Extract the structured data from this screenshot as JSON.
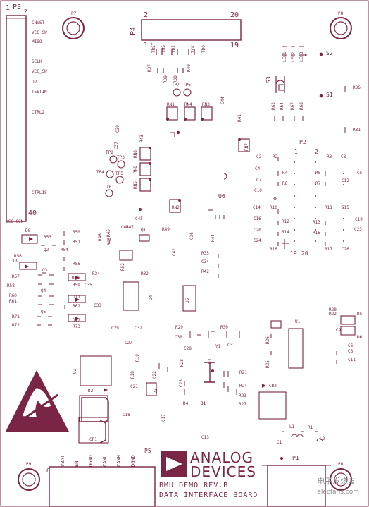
{
  "board": {
    "brand_line1": "ANALOG",
    "brand_line2": "DEVICES",
    "caption_line1": "BMU DEMO REV.B",
    "caption_line2": "DATA INTERFACE BOARD",
    "watermark": "电子发烧友",
    "watermark_url": "elecfans.com"
  },
  "connectors": {
    "p3": {
      "label": "P3",
      "pin_first": "1",
      "pin_second": "2",
      "pin_last": "40",
      "signals": [
        "CNVST",
        "VCC_SW",
        "MISO",
        "SCLK",
        "VCC_SW",
        "UV",
        "TESTIN",
        "CTRL2",
        "CTRL18",
        "VCC_CON"
      ]
    },
    "p4": {
      "label": "P4",
      "pin_tl": "2",
      "pin_tr": "20",
      "pin_bl": "1",
      "pin_br": "19",
      "signals": [
        "TRST",
        "TMS",
        "TDI",
        "TCK",
        "TDO"
      ]
    },
    "p2": {
      "label": "P2",
      "pin_a": "1",
      "pin_b": "2",
      "pin_c": "19",
      "pin_d": "20"
    },
    "p5": {
      "label": "P5",
      "pin": "6",
      "signals": [
        "VBAT",
        "EN",
        "DGND",
        "CANL",
        "CANH",
        "DGND"
      ]
    },
    "p1": {
      "label": "P1"
    },
    "mounts": [
      "P7",
      "P8",
      "P9",
      "P6"
    ]
  },
  "refdes": {
    "ics": [
      "U6",
      "U4",
      "U5",
      "U2",
      "U1",
      "U3",
      "D2",
      "D3",
      "D4",
      "D1",
      "Y1"
    ],
    "switches": [
      "S1",
      "S2",
      "S3"
    ],
    "left_column": [
      "D8",
      "R53",
      "R50",
      "R51",
      "Q2",
      "R54",
      "R56",
      "D9",
      "R55",
      "R57",
      "Q3",
      "D10",
      "R58",
      "R59",
      "Q4",
      "R60",
      "R61",
      "D11",
      "R62",
      "Q5",
      "R71",
      "R72",
      "D12",
      "R73",
      "R34",
      "C35",
      "C33"
    ],
    "mid_parts": [
      "RN1",
      "RN4",
      "RN3",
      "RN8",
      "RN6",
      "RN5",
      "RN2",
      "RN7",
      "TP1",
      "TP2",
      "TP3",
      "TP4",
      "TP5",
      "TP6",
      "TP7",
      "R37",
      "R39",
      "R38",
      "R40",
      "R41",
      "R42",
      "R43",
      "C44",
      "C45",
      "C43",
      "C42",
      "R44",
      "R45",
      "R46",
      "R47",
      "R48",
      "R49",
      "R52",
      "R32",
      "Q1",
      "C36",
      "C37",
      "C39",
      "R35",
      "C34",
      "C29",
      "C32",
      "C27",
      "R19",
      "R18",
      "C22",
      "C21",
      "C18",
      "C25",
      "C17",
      "R28",
      "R29",
      "R30",
      "C30",
      "C28",
      "C31",
      "C13",
      "R21",
      "R24",
      "R23",
      "R27",
      "CR1",
      "CR2",
      "L1",
      "L2",
      "R1",
      "C1"
    ],
    "right_parts": [
      "R63",
      "R64",
      "R67",
      "R68",
      "C2",
      "R2",
      "R3",
      "C3",
      "C4",
      "R4",
      "R5",
      "C5",
      "C7",
      "R6",
      "R7",
      "C12",
      "C10",
      "R8",
      "C14",
      "R10",
      "R11",
      "C15",
      "C16",
      "R12",
      "R13",
      "C19",
      "C20",
      "R14",
      "R15",
      "C23",
      "C24",
      "R16",
      "R17",
      "C26",
      "R36",
      "R31",
      "R20",
      "R22",
      "D5",
      "C6",
      "C11",
      "C9",
      "D6",
      "C8",
      "R25",
      "R26",
      "LED1",
      "LED2",
      "LED3",
      "D1"
    ]
  },
  "colors": {
    "silkscreen": "#7a2545",
    "pad": "#7a2545",
    "background": "#ffffff",
    "watermark": "#8d8d8d"
  }
}
